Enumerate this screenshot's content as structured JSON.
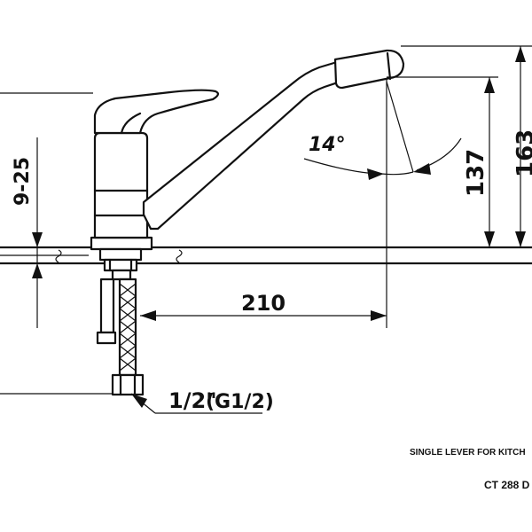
{
  "dimensions": {
    "height_total": "163",
    "height_spout": "137",
    "deck_thickness": "9-25",
    "reach": "210",
    "angle": "14°",
    "thread": {
      "main": "1/2\"",
      "alt": "(G1/2)"
    }
  },
  "title_block": {
    "description": "SINGLE LEVER FOR KITCH",
    "model": "CT 288 D"
  }
}
